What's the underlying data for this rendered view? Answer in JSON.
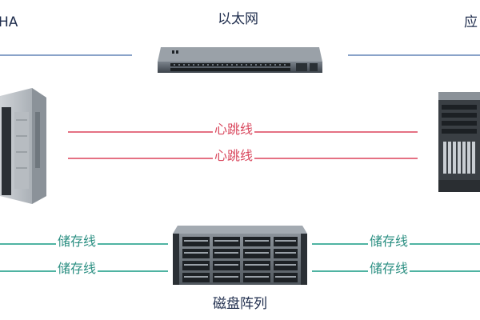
{
  "labels": {
    "ha_left": "HA",
    "ethernet": "以太网",
    "right_partial": "应",
    "heartbeat_1": "心跳线",
    "heartbeat_2": "心跳线",
    "storage_left_1": "储存线",
    "storage_left_2": "储存线",
    "storage_right_1": "储存线",
    "storage_right_2": "储存线",
    "disk_array": "磁盘阵列"
  },
  "colors": {
    "ethernet_line": "#8aa3c9",
    "heartbeat_line": "#e57183",
    "storage_line": "#4fb3a2"
  }
}
